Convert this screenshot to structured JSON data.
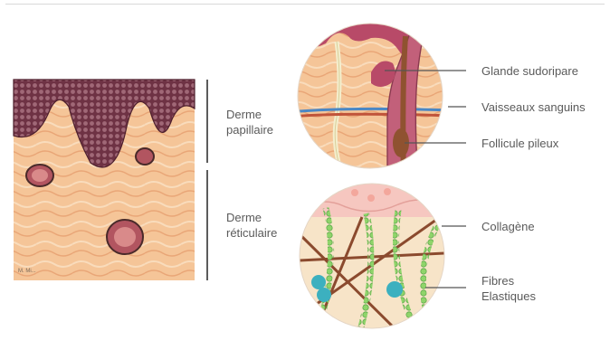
{
  "layers": {
    "papillary": "Derme\npapillaire",
    "reticular": "Derme\nréticulaire"
  },
  "callouts": {
    "sweat_gland": "Glande sudoripare",
    "blood_vessels": "Vaisseaux sanguins",
    "hair_follicle": "Follicule pileux",
    "collagen": "Collagène",
    "elastic_fibers": "Fibres\nElastiques"
  },
  "credit": "M. Mi...",
  "colors": {
    "dermis": "#f5c89a",
    "epidermis": "#7a3c4c",
    "collagen_fiber": "#8b4a2e",
    "elastic_fiber": "#8fd46a",
    "vessel_blue": "#4a87c5",
    "vessel_red": "#c0543a",
    "follicle": "#8f5230",
    "leader_line": "#555555"
  }
}
